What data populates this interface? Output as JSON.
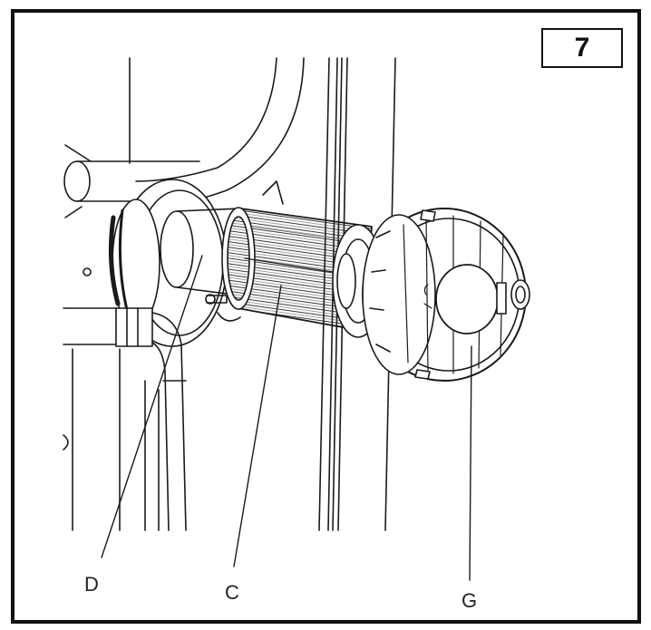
{
  "figure_number": "7",
  "callouts": {
    "d": "D",
    "c": "C",
    "g": "G"
  },
  "colors": {
    "ink": "#1a1a1a",
    "frame": "#111111",
    "background": "#ffffff"
  }
}
